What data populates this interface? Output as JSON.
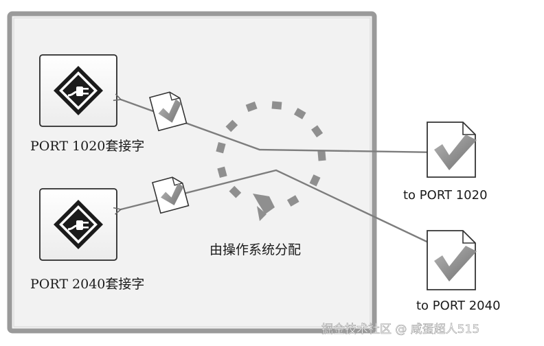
{
  "sockets": [
    {
      "label": "PORT 1020套接字"
    },
    {
      "label": "PORT 2040套接字"
    }
  ],
  "os_label": "由操作系统分配",
  "targets": [
    {
      "label": "to PORT 1020"
    },
    {
      "label": "to PORT 2040"
    }
  ],
  "watermark": "掘金技术社区 @ 咸蛋超人515",
  "colors": {
    "container_border": "#9a9a9a",
    "container_fill": "#f1f1f1",
    "line": "#7d7d7d",
    "check": "#8a8a8a",
    "dots": "#8f8f8f"
  },
  "icons": [
    "plug-icon",
    "check-icon",
    "document-icon",
    "arrow-icon"
  ]
}
